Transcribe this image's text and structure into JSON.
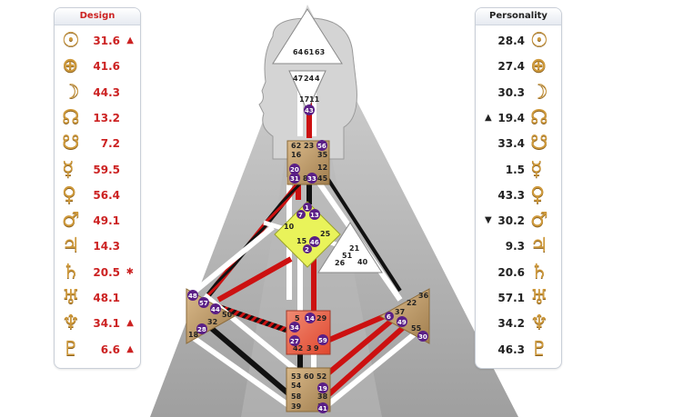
{
  "design": {
    "title": "Design",
    "rows": [
      {
        "glyph": "☉",
        "value": "31.6",
        "mark": "▲"
      },
      {
        "glyph": "⊕",
        "value": "41.6",
        "mark": ""
      },
      {
        "glyph": "☽",
        "value": "44.3",
        "mark": ""
      },
      {
        "glyph": "☊",
        "value": "13.2",
        "mark": ""
      },
      {
        "glyph": "☋",
        "value": "7.2",
        "mark": ""
      },
      {
        "glyph": "☿",
        "value": "59.5",
        "mark": ""
      },
      {
        "glyph": "♀",
        "value": "56.4",
        "mark": ""
      },
      {
        "glyph": "♂",
        "value": "49.1",
        "mark": ""
      },
      {
        "glyph": "♃",
        "value": "14.3",
        "mark": ""
      },
      {
        "glyph": "♄",
        "value": "20.5",
        "mark": "✱"
      },
      {
        "glyph": "♅",
        "value": "48.1",
        "mark": ""
      },
      {
        "glyph": "♆",
        "value": "34.1",
        "mark": "▲"
      },
      {
        "glyph": "♇",
        "value": "6.6",
        "mark": "▲"
      }
    ]
  },
  "personality": {
    "title": "Personality",
    "rows": [
      {
        "glyph": "☉",
        "value": "28.4",
        "mark": ""
      },
      {
        "glyph": "⊕",
        "value": "27.4",
        "mark": ""
      },
      {
        "glyph": "☽",
        "value": "30.3",
        "mark": ""
      },
      {
        "glyph": "☊",
        "value": "19.4",
        "mark": "▲"
      },
      {
        "glyph": "☋",
        "value": "33.4",
        "mark": ""
      },
      {
        "glyph": "☿",
        "value": "1.5",
        "mark": ""
      },
      {
        "glyph": "♀",
        "value": "43.3",
        "mark": ""
      },
      {
        "glyph": "♂",
        "value": "30.2",
        "mark": "▼"
      },
      {
        "glyph": "♃",
        "value": "9.3",
        "mark": ""
      },
      {
        "glyph": "♄",
        "value": "20.6",
        "mark": ""
      },
      {
        "glyph": "♅",
        "value": "57.1",
        "mark": ""
      },
      {
        "glyph": "♆",
        "value": "34.2",
        "mark": ""
      },
      {
        "glyph": "♇",
        "value": "46.3",
        "mark": ""
      }
    ]
  },
  "bodygraph": {
    "head_gates": [
      "64",
      "61",
      "63"
    ],
    "ajna_top": [
      "47",
      "24",
      "4"
    ],
    "ajna_bottom": [
      "17",
      "11"
    ],
    "ajna_circled": [
      "43"
    ],
    "throat_gates": [
      "62",
      "23",
      "16",
      "35",
      "12",
      "8",
      "45"
    ],
    "throat_circled": [
      "56",
      "20",
      "31",
      "33"
    ],
    "g_gates": [
      "10",
      "15",
      "25"
    ],
    "g_circled": [
      "1",
      "7",
      "13",
      "46",
      "2"
    ],
    "ego_gates": [
      "21",
      "26",
      "51",
      "40"
    ],
    "spleen_gates": [
      "50",
      "32",
      "18"
    ],
    "spleen_circled": [
      "48",
      "57",
      "44",
      "28"
    ],
    "solar_gates": [
      "36",
      "22",
      "37",
      "55"
    ],
    "solar_circled": [
      "6",
      "49",
      "30"
    ],
    "sacral_gates": [
      "5",
      "29",
      "42",
      "3"
    ],
    "sacral_circled": [
      "14",
      "34",
      "27",
      "59",
      "9"
    ],
    "root_gates": [
      "53",
      "60",
      "52",
      "54",
      "58",
      "38",
      "39"
    ],
    "root_circled": [
      "19",
      "41"
    ]
  }
}
